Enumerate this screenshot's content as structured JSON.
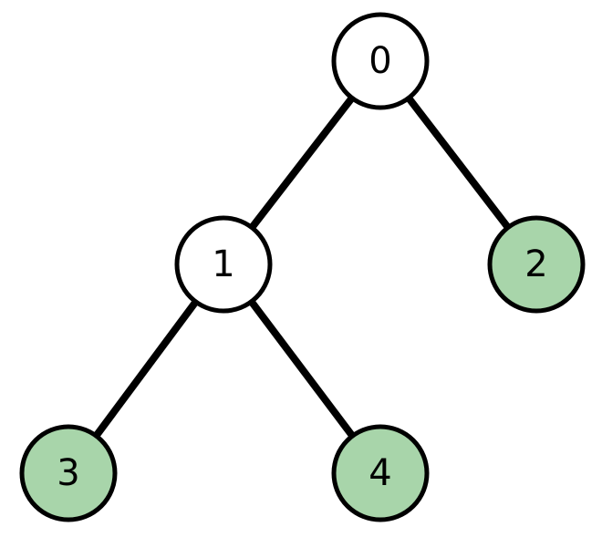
{
  "diagram": {
    "type": "binary-tree",
    "colors": {
      "internal_node_fill": "#ffffff",
      "leaf_node_fill": "#a8d5aa",
      "stroke": "#000000"
    },
    "nodes": [
      {
        "id": "0",
        "label": "0",
        "kind": "internal"
      },
      {
        "id": "1",
        "label": "1",
        "kind": "internal"
      },
      {
        "id": "2",
        "label": "2",
        "kind": "leaf"
      },
      {
        "id": "3",
        "label": "3",
        "kind": "leaf"
      },
      {
        "id": "4",
        "label": "4",
        "kind": "leaf"
      }
    ],
    "edges": [
      {
        "from": "0",
        "to": "1"
      },
      {
        "from": "0",
        "to": "2"
      },
      {
        "from": "1",
        "to": "3"
      },
      {
        "from": "1",
        "to": "4"
      }
    ]
  }
}
